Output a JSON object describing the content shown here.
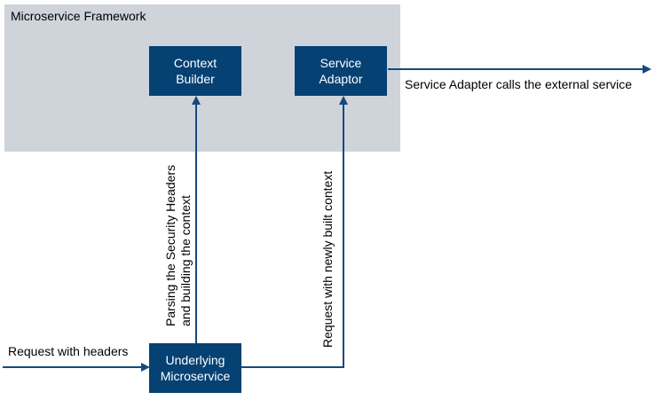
{
  "diagram": {
    "framework": {
      "title": "Microservice Framework"
    },
    "nodes": {
      "context_builder": {
        "line1": "Context",
        "line2": "Builder"
      },
      "service_adaptor": {
        "line1": "Service",
        "line2": "Adaptor"
      },
      "underlying_microservice": {
        "line1": "Underlying",
        "line2": "Microservice"
      }
    },
    "arrows": {
      "request": {
        "label": "Request with headers"
      },
      "parsing": {
        "label_line1": "Parsing the Security Headers",
        "label_line2": "and building the context"
      },
      "built_context": {
        "label": "Request with newly built context"
      },
      "external": {
        "label": "Service Adapter calls the external service"
      }
    },
    "colors": {
      "framework_bg": "#cfd4db",
      "node_bg": "#064173",
      "node_text": "#ffffff",
      "arrow": "#174a7c",
      "text": "#000000"
    }
  }
}
